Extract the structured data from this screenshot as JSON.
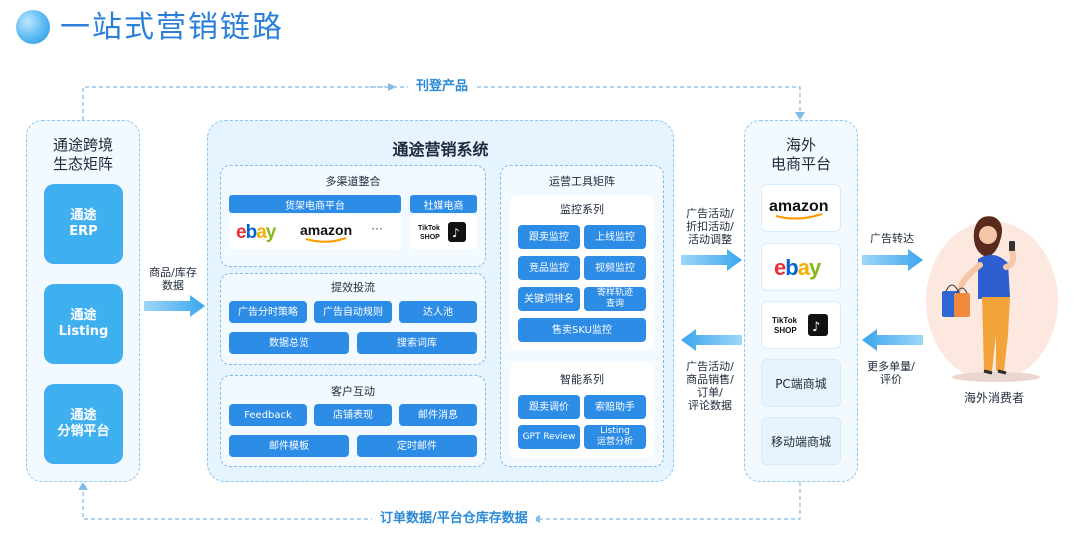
{
  "header": {
    "title": "一站式营销链路"
  },
  "loop": {
    "top_label": "刊登产品",
    "bottom_label": "订单数据/平台仓库存数据"
  },
  "left": {
    "title": "通途跨境\n生态矩阵",
    "boxes": [
      "通途\nERP",
      "通途\nListing",
      "通途\n分销平台"
    ]
  },
  "flows": {
    "left_to_system": "商品/库存\n数据",
    "system_to_right": "广告活动/\n折扣活动/\n活动调整",
    "right_to_system": "广告活动/\n商品销售/\n订单/\n评论数据",
    "to_consumer": "广告转达",
    "from_consumer": "更多单量/\n评价"
  },
  "system": {
    "title": "通途营销系统",
    "multichannel": {
      "title": "多渠道整合",
      "shelf_label": "货架电商平台",
      "social_label": "社媒电商",
      "logos": [
        "ebay",
        "amazon",
        "···"
      ],
      "social_logo": "TikTok SHOP"
    },
    "ads": {
      "title": "提效投流",
      "buttons": [
        "广告分时策略",
        "广告自动规则",
        "达人池",
        "数据总览",
        "搜索词库"
      ]
    },
    "customer": {
      "title": "客户互动",
      "buttons": [
        "Feedback",
        "店铺表现",
        "邮件消息",
        "邮件模板",
        "定时邮件"
      ]
    },
    "tools": {
      "title": "运营工具矩阵",
      "monitor": {
        "title": "监控系列",
        "buttons": [
          "跟卖监控",
          "上线监控",
          "竞品监控",
          "视频监控",
          "关键词排名",
          "寄样轨迹\n查询",
          "售卖SKU监控"
        ]
      },
      "smart": {
        "title": "智能系列",
        "buttons": [
          "跟卖调价",
          "索赔助手",
          "GPT Review",
          "Listing\n运营分析"
        ]
      }
    }
  },
  "right": {
    "title": "海外\n电商平台",
    "stores": [
      "amazon",
      "ebay",
      "TikTok SHOP",
      "PC端商城",
      "移动端商城"
    ]
  },
  "consumer": {
    "label": "海外消费者"
  },
  "colors": {
    "accent": "#2d8ce6",
    "light": "#3fb0ef",
    "bg": "#e6f4ff"
  }
}
